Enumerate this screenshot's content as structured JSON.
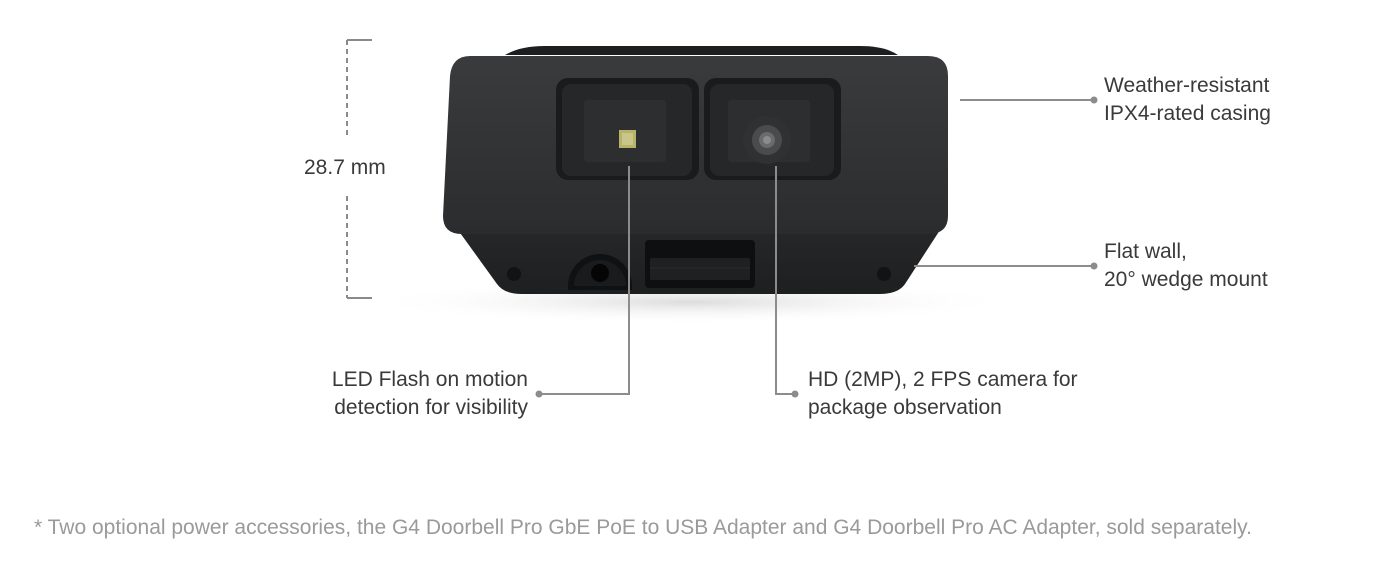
{
  "dimension": {
    "height_label": "28.7 mm"
  },
  "callouts": {
    "casing": {
      "line1": "Weather-resistant",
      "line2": "IPX4-rated casing"
    },
    "mount": {
      "line1": "Flat wall,",
      "line2": "20° wedge mount"
    },
    "flash": {
      "line1": "LED Flash on motion",
      "line2": "detection for visibility"
    },
    "camera": {
      "line1": "HD (2MP), 2 FPS camera for",
      "line2": "package observation"
    }
  },
  "footnote": "* Two optional power accessories, the G4 Doorbell Pro GbE PoE to USB Adapter and G4 Doorbell Pro AC Adapter, sold separately."
}
